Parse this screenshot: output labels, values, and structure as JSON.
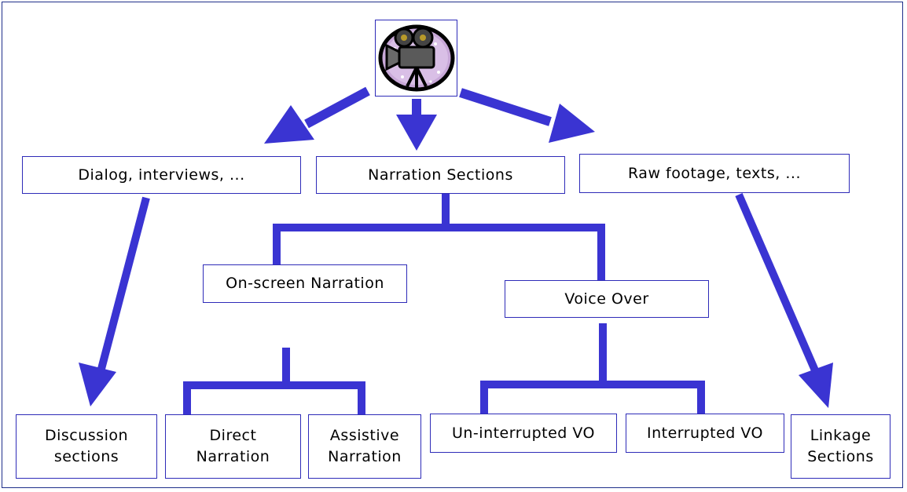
{
  "colors": {
    "arrow": "#3a34d2",
    "border": "#2e2bb8",
    "frame": "#1f2f8a"
  },
  "icon": {
    "name": "film-camera-icon"
  },
  "nodes": {
    "dialog": "Dialog, interviews, ...",
    "narration": "Narration Sections",
    "raw": "Raw footage, texts, ...",
    "onscreen": "On-screen Narration",
    "voiceover": "Voice Over",
    "discussion": "Discussion\nsections",
    "direct": "Direct\nNarration",
    "assistive": "Assistive\nNarration",
    "uninterrupted": "Un-interrupted VO",
    "interrupted": "Interrupted VO",
    "linkage": "Linkage\nSections"
  }
}
